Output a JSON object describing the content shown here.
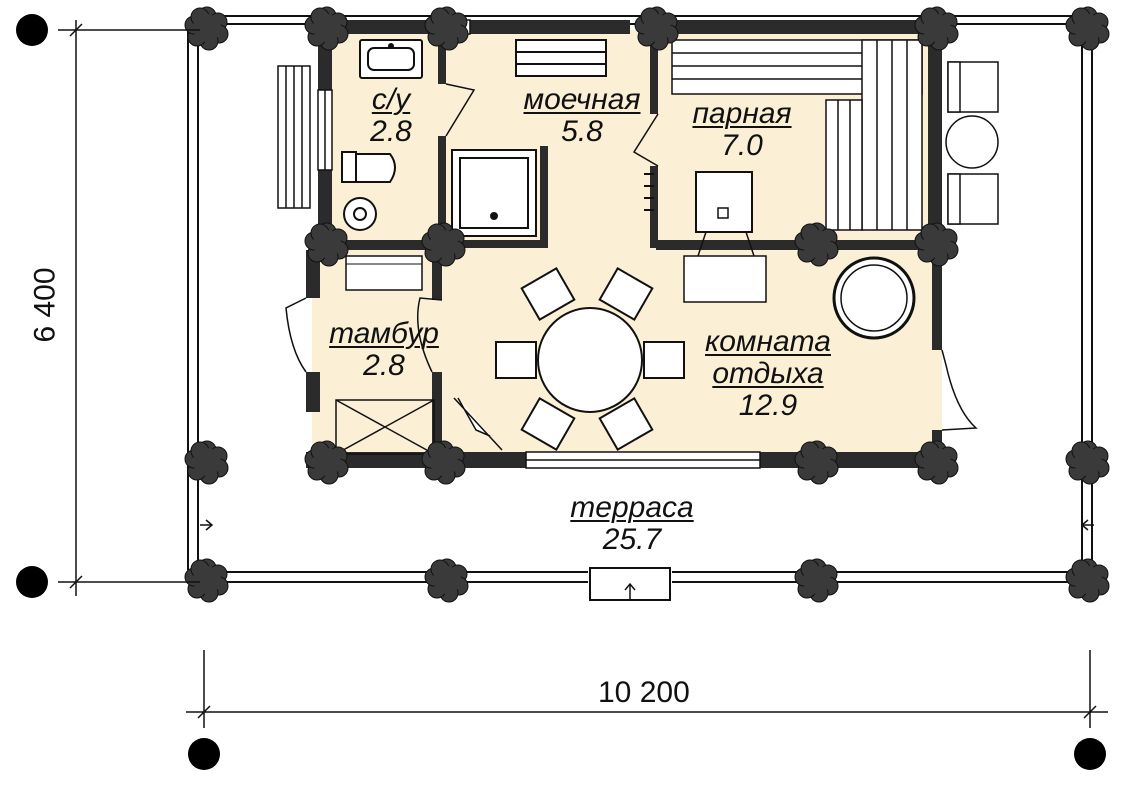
{
  "rooms": {
    "wc": {
      "name": "с/у",
      "area": "2.8"
    },
    "wash": {
      "name": "моечная",
      "area": "5.8"
    },
    "steam": {
      "name": "парная",
      "area": "7.0"
    },
    "vestibule": {
      "name": "тамбур",
      "area": "2.8"
    },
    "rest": {
      "name_line1": "комната",
      "name_line2": "отдыха",
      "area": "12.9"
    },
    "terrace": {
      "name": "терраса",
      "area": "25.7"
    }
  },
  "dimensions": {
    "width": "10 200",
    "height": "6 400"
  },
  "colors": {
    "floor": "#fbf0d6",
    "wall": "#2b2b2b",
    "log": "#3a3a3a",
    "line": "#111111"
  }
}
